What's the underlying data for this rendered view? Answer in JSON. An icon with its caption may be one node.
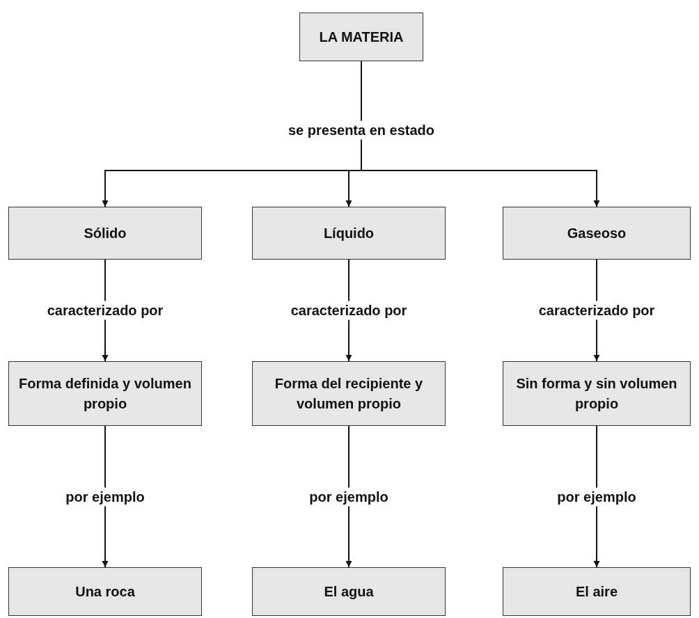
{
  "diagram": {
    "nodes": [
      {
        "text": [
          "LA MATERIA"
        ]
      },
      {
        "text": [
          "Sólido"
        ]
      },
      {
        "text": [
          "Líquido"
        ]
      },
      {
        "text": [
          "Gaseoso"
        ]
      },
      {
        "text": [
          "Forma definida y volumen propio"
        ]
      },
      {
        "text": [
          "Forma del recipiente y volumen propio"
        ]
      },
      {
        "text": [
          "Sin forma y sin volumen propio"
        ]
      },
      {
        "text": [
          "Una roca"
        ]
      },
      {
        "text": [
          "El agua"
        ]
      },
      {
        "text": [
          "El aire"
        ]
      }
    ],
    "edges": [
      {
        "from": 0,
        "to": 1,
        "arrow": "to"
      },
      {
        "from": 0,
        "to": 2,
        "arrow": "to",
        "label": "se presenta en estado"
      },
      {
        "from": 0,
        "to": 3,
        "arrow": "to"
      },
      {
        "from": 1,
        "to": 4,
        "arrow": "to",
        "label": "caracterizado por"
      },
      {
        "from": 2,
        "to": 5,
        "arrow": "to",
        "label": "caracterizado por"
      },
      {
        "from": 3,
        "to": 6,
        "arrow": "to",
        "label": "caracterizado por"
      },
      {
        "from": 4,
        "to": 7,
        "arrow": "to",
        "label": "por ejemplo"
      },
      {
        "from": 5,
        "to": 8,
        "arrow": "to",
        "label": "por ejemplo"
      },
      {
        "from": 6,
        "to": 9,
        "arrow": "to",
        "label": "por ejemplo"
      }
    ]
  }
}
